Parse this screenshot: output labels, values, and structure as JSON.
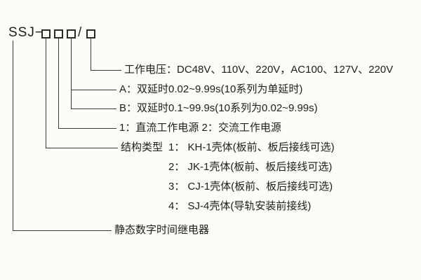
{
  "model_code": {
    "prefix": "SSJ−",
    "slash": "/"
  },
  "branches": {
    "working_voltage": "工作电压：DC48V、110V、220V，AC100、127V、220V",
    "delay_a": "A：双延时0.02~9.99s(10系列为单延时)",
    "delay_b": "B：双延时0.1~99.9s(10系列为0.02~9.99s)",
    "power_supply": "1：直流工作电源 2：交流工作电源",
    "structure_type_label": "结构类型",
    "structure_options": [
      "1： KH-1壳体(板前、板后接线可选)",
      "2： JK-1壳体(板前、板后接线可选)",
      "3： CJ-1壳体(板前、板后接线可选)",
      "4： SJ-4壳体(导轨安装前接线)"
    ],
    "product_name": "静态数字时间继电器"
  },
  "colors": {
    "background": "#fcfcf8",
    "line": "#3a3a3a",
    "text": "#1d1d1d"
  }
}
